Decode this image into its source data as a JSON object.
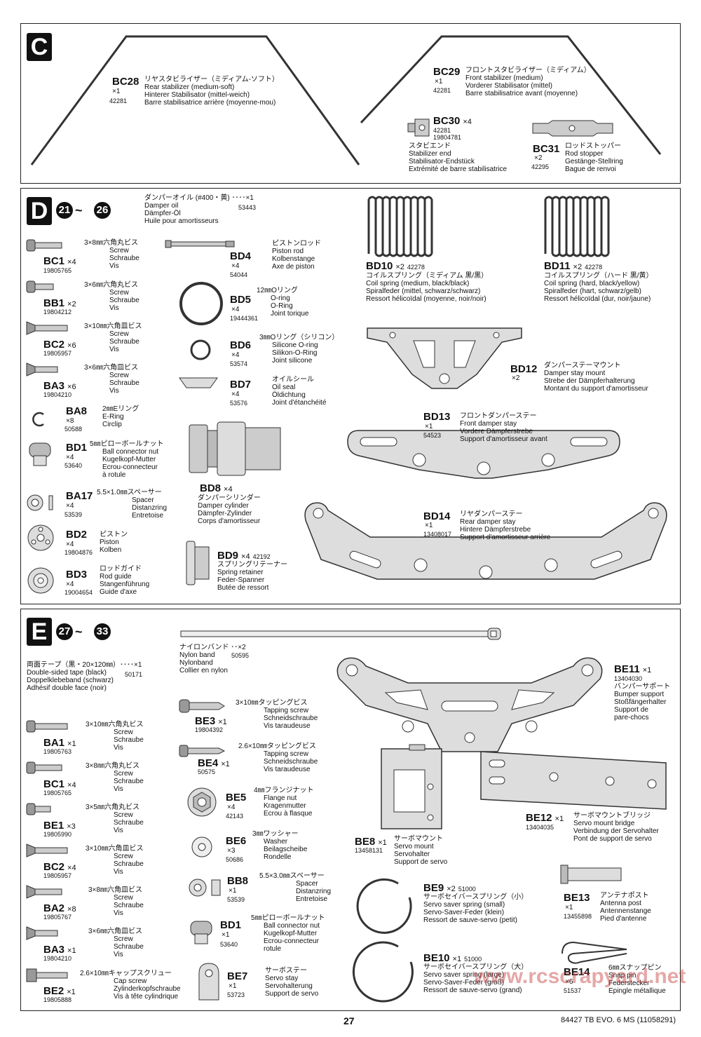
{
  "page_number": "27",
  "footer": "84427  TB EVO. 6 MS (11058291)",
  "watermark": "www.rcscrapyard.net",
  "sections": {
    "C": {
      "letter": "C"
    },
    "D": {
      "letter": "D",
      "steps": [
        "21",
        "26"
      ],
      "tilde": "~"
    },
    "E": {
      "letter": "E",
      "steps": [
        "27",
        "33"
      ],
      "tilde": "~"
    }
  },
  "parts": {
    "BC28": {
      "code": "BC28",
      "qty": "×1",
      "num": "42281",
      "lines": [
        "リヤスタビライザー（ミディアム-ソフト）",
        "Rear stabilizer (medium-soft)",
        "Hinterer Stabilisator (mittel-weich)",
        "Barre stabilisatrice arrière (moyenne-mou)"
      ]
    },
    "BC29": {
      "code": "BC29",
      "qty": "×1",
      "num": "42281",
      "lines": [
        "フロントスタビライザー（ミディアム）",
        "Front stabilizer (medium)",
        "Vorderer Stabilisator (mittel)",
        "Barre stabilisatrice avant (moyenne)"
      ]
    },
    "BC30": {
      "code": "BC30",
      "qty": "×4",
      "num": "42281",
      "num2": "19804781",
      "lines": [
        "スタビエンド",
        "Stabilizer end",
        "Stabilisator-Endstück",
        "Extrémité de barre stabilisatrice"
      ]
    },
    "BC31": {
      "code": "BC31",
      "qty": "×2",
      "num": "42295",
      "lines": [
        "ロッドストッパー",
        "Rod stopper",
        "Gestänge-Stellring",
        "Bague de renvoi"
      ]
    },
    "oil": {
      "num": "53443",
      "lines": [
        "ダンパーオイル (#400・黄) ････×1",
        "Damper oil",
        "Dämpfer-Öl",
        "Huile pour amortisseurs"
      ]
    },
    "D_BC1": {
      "code": "BC1",
      "qty": "×4",
      "num": "19805765",
      "lines": [
        "3×8㎜六角丸ビス",
        "Screw",
        "Schraube",
        "Vis"
      ]
    },
    "D_BB1": {
      "code": "BB1",
      "qty": "×2",
      "num": "19804212",
      "lines": [
        "3×6㎜六角丸ビス",
        "Screw",
        "Schraube",
        "Vis"
      ]
    },
    "D_BC2": {
      "code": "BC2",
      "qty": "×6",
      "num": "19805957",
      "lines": [
        "3×10㎜六角皿ビス",
        "Screw",
        "Schraube",
        "Vis"
      ]
    },
    "D_BA3": {
      "code": "BA3",
      "qty": "×6",
      "num": "19804210",
      "lines": [
        "3×6㎜六角皿ビス",
        "Screw",
        "Schraube",
        "Vis"
      ]
    },
    "D_BA8": {
      "code": "BA8",
      "qty": "×8",
      "num": "50588",
      "lines": [
        "2㎜Eリング",
        "E-Ring",
        "Circlip"
      ]
    },
    "D_BD1": {
      "code": "BD1",
      "qty": "×4",
      "num": "53640",
      "lines": [
        "5㎜ピローボールナット",
        "Ball connector nut",
        "Kugelkopf-Mutter",
        "Ecrou-connecteur",
        "à rotule"
      ]
    },
    "D_BA17": {
      "code": "BA17",
      "qty": "×4",
      "num": "53539",
      "lines": [
        "5.5×1.0㎜スペーサー",
        "Spacer",
        "Distanzring",
        "Entretoise"
      ]
    },
    "D_BD2": {
      "code": "BD2",
      "qty": "×4",
      "num": "19804876",
      "lines": [
        "ピストン",
        "Piston",
        "Kolben"
      ]
    },
    "D_BD3": {
      "code": "BD3",
      "qty": "×4",
      "num": "19004654",
      "lines": [
        "ロッドガイド",
        "Rod guide",
        "Stangenführung",
        "Guide d'axe"
      ]
    },
    "BD4": {
      "code": "BD4",
      "qty": "×4",
      "num": "54044",
      "lines": [
        "ピストンロッド",
        "Piston rod",
        "Kolbenstange",
        "Axe de piston"
      ]
    },
    "BD5": {
      "code": "BD5",
      "qty": "×4",
      "num": "19444361",
      "lines": [
        "12㎜Oリング",
        "O-ring",
        "O-Ring",
        "Joint torique"
      ]
    },
    "BD6": {
      "code": "BD6",
      "qty": "×4",
      "num": "53574",
      "lines": [
        "3㎜Oリング（シリコン）",
        "Silicone O-ring",
        "Silikon-O-Ring",
        "Joint silicone"
      ]
    },
    "BD7": {
      "code": "BD7",
      "qty": "×4",
      "num": "53576",
      "lines": [
        "オイルシール",
        "Oil seal",
        "Öldichtung",
        "Joint d'étanchéité"
      ]
    },
    "BD8": {
      "code": "BD8",
      "qty": "×4",
      "lines": [
        "ダンパーシリンダー",
        "Damper cylinder",
        "Dämpfer-Zylinder",
        "Corps d'amortisseur"
      ]
    },
    "BD9": {
      "code": "BD9",
      "qty": "×4",
      "num": "42192",
      "lines": [
        "スプリングリテーナー",
        "Spring retainer",
        "Feder-Spanner",
        "Butée de ressort"
      ]
    },
    "BD10": {
      "code": "BD10",
      "qty": "×2",
      "num": "42278",
      "lines": [
        "コイルスプリング（ミディアム 黒/黒）",
        "Coil spring (medium, black/black)",
        "Spiralfeder (mittel, schwarz/schwarz)",
        "Ressort hélicoïdal (moyenne, noir/noir)"
      ]
    },
    "BD11": {
      "code": "BD11",
      "qty": "×2",
      "num": "42278",
      "lines": [
        "コイルスプリング（ハード 黒/黄）",
        "Coil spring (hard, black/yellow)",
        "Spiralfeder (hart, schwarz/gelb)",
        "Ressort hélicoïdal (dur, noir/jaune)"
      ]
    },
    "BD12": {
      "code": "BD12",
      "qty": "×2",
      "lines": [
        "ダンパーステーマウント",
        "Damper stay mount",
        "Strebe der Dämpferhalterung",
        "Montant du support d'amortisseur"
      ]
    },
    "BD13": {
      "code": "BD13",
      "qty": "×1",
      "num": "54523",
      "lines": [
        "フロントダンパーステー",
        "Front damper stay",
        "Vordere Dämpferstrebe",
        "Support d'amortisseur avant"
      ]
    },
    "BD14": {
      "code": "BD14",
      "qty": "×1",
      "num": "13408017",
      "lines": [
        "リヤダンパーステー",
        "Rear damper stay",
        "Hintere Dämpferstrebe",
        "Support d'amortisseur arrière"
      ]
    },
    "tape": {
      "num": "50171",
      "lines": [
        "両面テープ（黒・20×120㎜）････×1",
        "Double-sided tape (black)",
        "Doppelklebeband (schwarz)",
        "Adhésif double face (noir)"
      ]
    },
    "nylon": {
      "num": "50595",
      "lines": [
        "ナイロンバンド ･･×2",
        "Nylon band",
        "Nylonband",
        "Collier en nylon"
      ]
    },
    "E_BA1": {
      "code": "BA1",
      "qty": "×1",
      "num": "19805763",
      "lines": [
        "3×10㎜六角丸ビス",
        "Screw",
        "Schraube",
        "Vis"
      ]
    },
    "E_BC1": {
      "code": "BC1",
      "qty": "×4",
      "num": "19805765",
      "lines": [
        "3×8㎜六角丸ビス",
        "Screw",
        "Schraube",
        "Vis"
      ]
    },
    "E_BE1": {
      "code": "BE1",
      "qty": "×3",
      "num": "19805990",
      "lines": [
        "3×5㎜六角丸ビス",
        "Screw",
        "Schraube",
        "Vis"
      ]
    },
    "E_BC2": {
      "code": "BC2",
      "qty": "×4",
      "num": "19805957",
      "lines": [
        "3×10㎜六角皿ビス",
        "Screw",
        "Schraube",
        "Vis"
      ]
    },
    "E_BA2": {
      "code": "BA2",
      "qty": "×8",
      "num": "19805767",
      "lines": [
        "3×8㎜六角皿ビス",
        "Screw",
        "Schraube",
        "Vis"
      ]
    },
    "E_BA3": {
      "code": "BA3",
      "qty": "×1",
      "num": "19804210",
      "lines": [
        "3×6㎜六角皿ビス",
        "Screw",
        "Schraube",
        "Vis"
      ]
    },
    "E_BE2": {
      "code": "BE2",
      "qty": "×1",
      "num": "19805888",
      "lines": [
        "2.6×10㎜キャップスクリュー",
        "Cap screw",
        "Zylinderkopfschraube",
        "Vis à tête cylindrique"
      ]
    },
    "BE3": {
      "code": "BE3",
      "qty": "×1",
      "num": "19804392",
      "lines": [
        "3×10㎜タッピングビス",
        "Tapping screw",
        "Schneidschraube",
        "Vis taraudeuse"
      ]
    },
    "BE4": {
      "code": "BE4",
      "qty": "×1",
      "num": "50575",
      "lines": [
        "2.6×10㎜タッピングビス",
        "Tapping screw",
        "Schneidschraube",
        "Vis taraudeuse"
      ]
    },
    "BE5": {
      "code": "BE5",
      "qty": "×4",
      "num": "42143",
      "lines": [
        "4㎜フランジナット",
        "Flange nut",
        "Kragenmutter",
        "Ecrou à flasque"
      ]
    },
    "BE6": {
      "code": "BE6",
      "qty": "×3",
      "num": "50686",
      "lines": [
        "3㎜ワッシャー",
        "Washer",
        "Beilagscheibe",
        "Rondelle"
      ]
    },
    "BB8": {
      "code": "BB8",
      "qty": "×1",
      "num": "53539",
      "lines": [
        "5.5×3.0㎜スペーサー",
        "Spacer",
        "Distanzring",
        "Entretoise"
      ]
    },
    "E_BD1": {
      "code": "BD1",
      "qty": "×1",
      "num": "53640",
      "lines": [
        "5㎜ピローボールナット",
        "Ball connector nut",
        "Kugelkopf-Mutter",
        "Ecrou-connecteur",
        "rotule"
      ]
    },
    "BE7": {
      "code": "BE7",
      "qty": "×1",
      "num": "53723",
      "lines": [
        "サーボステー",
        "Servo stay",
        "Servohalterung",
        "Support de servo"
      ]
    },
    "BE8": {
      "code": "BE8",
      "qty": "×1",
      "num": "13458131",
      "lines": [
        "サーボマウント",
        "Servo mount",
        "Servohalter",
        "Support de servo"
      ]
    },
    "BE9": {
      "code": "BE9",
      "qty": "×2",
      "num": "51000",
      "lines": [
        "サーボセイバースプリング（小）",
        "Servo saver spring (small)",
        "Servo-Saver-Feder (klein)",
        "Ressort de sauve-servo (petit)"
      ]
    },
    "BE10": {
      "code": "BE10",
      "qty": "×1",
      "num": "51000",
      "lines": [
        "サーボセイバースプリング（大）",
        "Servo saver spring (large)",
        "Servo-Saver-Feder (groß)",
        "Ressort de sauve-servo (grand)"
      ]
    },
    "BE11": {
      "code": "BE11",
      "qty": "×1",
      "num": "13404030",
      "lines": [
        "バンパーサポート",
        "Bumper support",
        "Stoßfängerhalter",
        "Support de",
        "pare-chocs"
      ]
    },
    "BE12": {
      "code": "BE12",
      "qty": "×1",
      "num": "13404035",
      "lines": [
        "サーボマウントブリッジ",
        "Servo mount bridge",
        "Verbindung der Servohalter",
        "Pont de support de servo"
      ]
    },
    "BE13": {
      "code": "BE13",
      "qty": "×1",
      "num": "13455898",
      "lines": [
        "アンテナポスト",
        "Antenna post",
        "Antennenstange",
        "Pied d'antenne"
      ]
    },
    "BE14": {
      "code": "BE14",
      "qty": "×6",
      "num": "51537",
      "lines": [
        "6㎜スナップピン",
        "Snap pin",
        "Federstecker",
        "Epingle métallique"
      ]
    }
  }
}
